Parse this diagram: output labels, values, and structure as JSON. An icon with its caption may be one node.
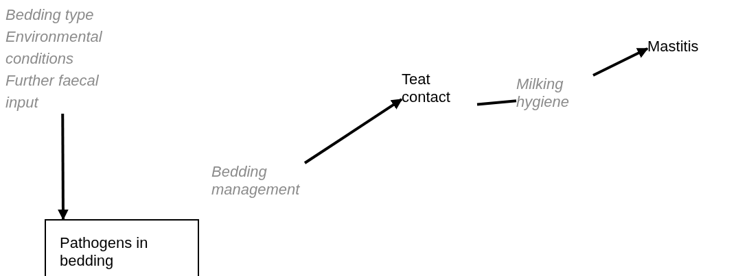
{
  "diagram": {
    "nodes": [
      {
        "text": [
          "Bedding type",
          "Environmental conditions",
          "Further faecal input"
        ]
      },
      {
        "text": [
          "Pathogens in bedding"
        ]
      },
      {
        "text": [
          "Bedding management"
        ]
      },
      {
        "text": [
          "Teat contact"
        ]
      },
      {
        "text": [
          "Milking hygiene"
        ]
      },
      {
        "text": [
          "Mastitis"
        ]
      }
    ],
    "edges": [
      {
        "from": 0,
        "to": 1,
        "arrow": "to"
      },
      {
        "from": 2,
        "to": 3,
        "arrow": "to"
      },
      {
        "from": 3,
        "to": 4,
        "arrow": "none"
      },
      {
        "from": 4,
        "to": 5,
        "arrow": "to"
      }
    ]
  }
}
